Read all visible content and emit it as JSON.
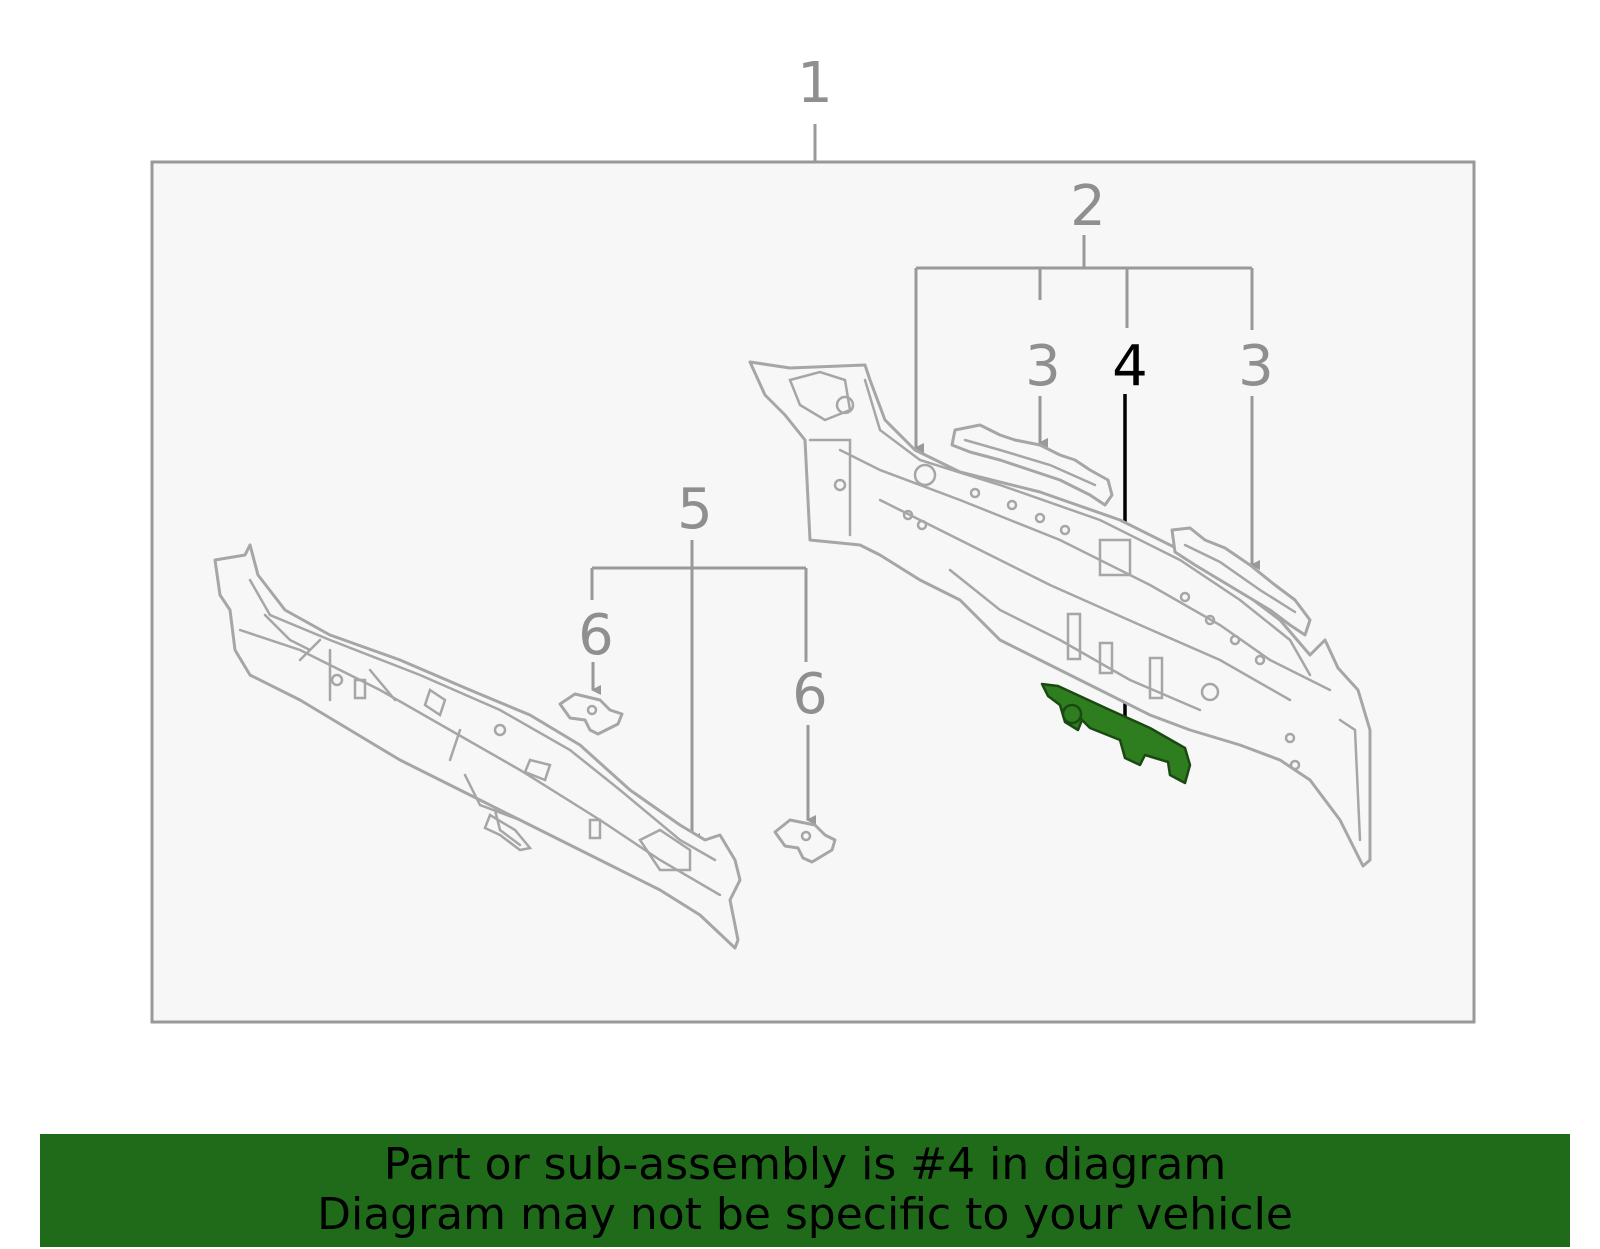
{
  "diagram": {
    "callouts": {
      "c1": "1",
      "c2": "2",
      "c3a": "3",
      "c3b": "3",
      "c4": "4",
      "c5": "5",
      "c6a": "6",
      "c6b": "6"
    },
    "highlighted_callout": "4",
    "highlight_color": "#2e7d1f",
    "leader_color": "#999999",
    "frame_fill": "#f7f7f7"
  },
  "banner": {
    "line1": "Part or sub-assembly is #4 in diagram",
    "line2": "Diagram may not be specific to your vehicle",
    "background": "#1f6b1a"
  }
}
